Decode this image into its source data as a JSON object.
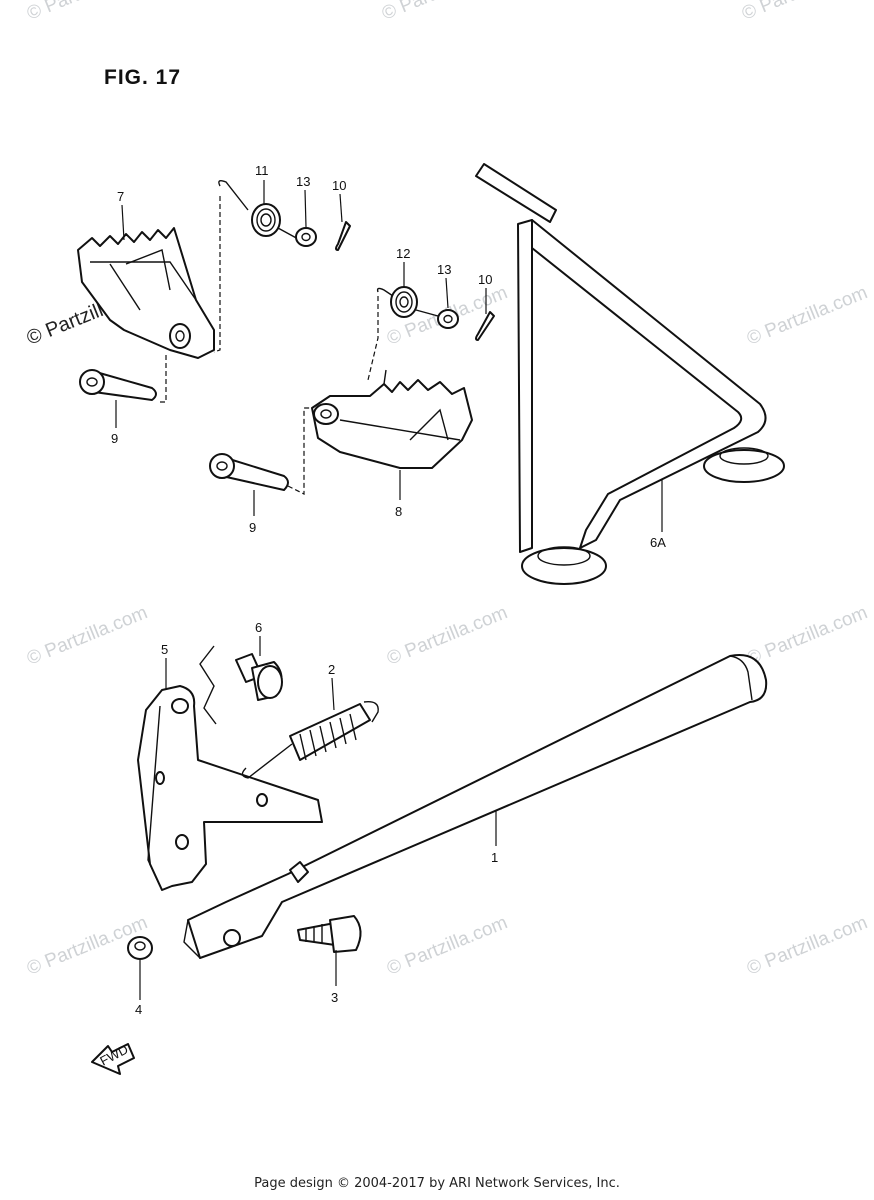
{
  "figure": {
    "title": "FIG. 17"
  },
  "watermark": {
    "text": "© Partzilla.com"
  },
  "fwd_label": "FWD",
  "callouts": [
    {
      "id": "7",
      "name": "callout-7"
    },
    {
      "id": "11",
      "name": "callout-11"
    },
    {
      "id": "13",
      "name": "callout-13a"
    },
    {
      "id": "10",
      "name": "callout-10a"
    },
    {
      "id": "12",
      "name": "callout-12"
    },
    {
      "id": "13",
      "name": "callout-13b"
    },
    {
      "id": "10",
      "name": "callout-10b"
    },
    {
      "id": "9",
      "name": "callout-9a"
    },
    {
      "id": "9",
      "name": "callout-9b"
    },
    {
      "id": "8",
      "name": "callout-8"
    },
    {
      "id": "6A",
      "name": "callout-6a"
    },
    {
      "id": "6",
      "name": "callout-6"
    },
    {
      "id": "5",
      "name": "callout-5"
    },
    {
      "id": "2",
      "name": "callout-2"
    },
    {
      "id": "1",
      "name": "callout-1"
    },
    {
      "id": "3",
      "name": "callout-3"
    },
    {
      "id": "4",
      "name": "callout-4"
    }
  ],
  "footer": {
    "text": "Page design © 2004-2017 by ARI Network Services, Inc."
  }
}
